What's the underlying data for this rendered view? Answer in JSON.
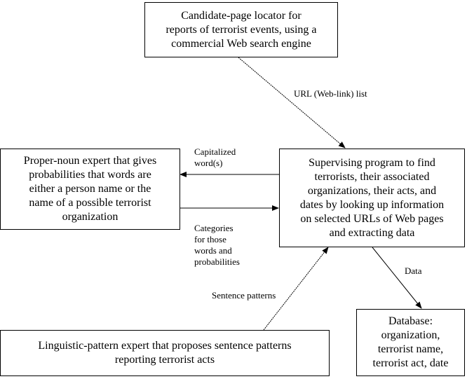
{
  "nodes": {
    "locator": "Candidate-page locator for\nreports of terrorist events, using a\ncommercial Web search engine",
    "supervisor": "Supervising program to find\nterrorists, their associated\norganizations, their acts, and\ndates by looking up information\non selected URLs of Web pages\nand extracting data",
    "proper_noun": "Proper-noun expert that gives\nprobabilities that words are\neither a person name or the\nname of a possible terrorist\norganization",
    "linguistic": "Linguistic-pattern expert that proposes sentence patterns\nreporting terrorist acts",
    "database": "Database:\norganization,\nterrorist name,\nterrorist act, date"
  },
  "edges": {
    "url_list": "URL (Web-link) list",
    "capitalized": "Capitalized\nword(s)",
    "categories": "Categories\nfor those\nwords and\nprobabilities",
    "sentence_patterns": "Sentence patterns",
    "data": "Data"
  }
}
